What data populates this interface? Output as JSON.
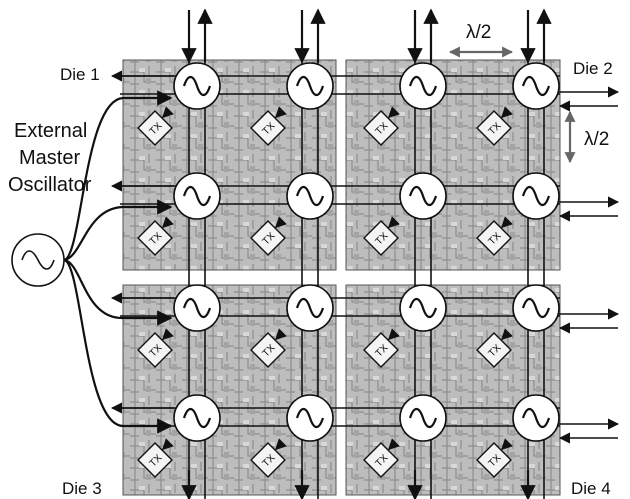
{
  "labels": {
    "die1": "Die 1",
    "die2": "Die 2",
    "die3": "Die 3",
    "die4": "Die 4",
    "external_line1": "External",
    "external_line2": "Master",
    "external_line3": "Oscillator",
    "spacing_horizontal": "λ/2",
    "spacing_vertical": "λ/2",
    "tx": "TX"
  },
  "icons": {
    "oscillator": "sine-wave-icon",
    "transmitter": "tx-block-icon"
  },
  "colors": {
    "die_background": "#b9b9b9",
    "dimension_arrows": "#666666"
  }
}
